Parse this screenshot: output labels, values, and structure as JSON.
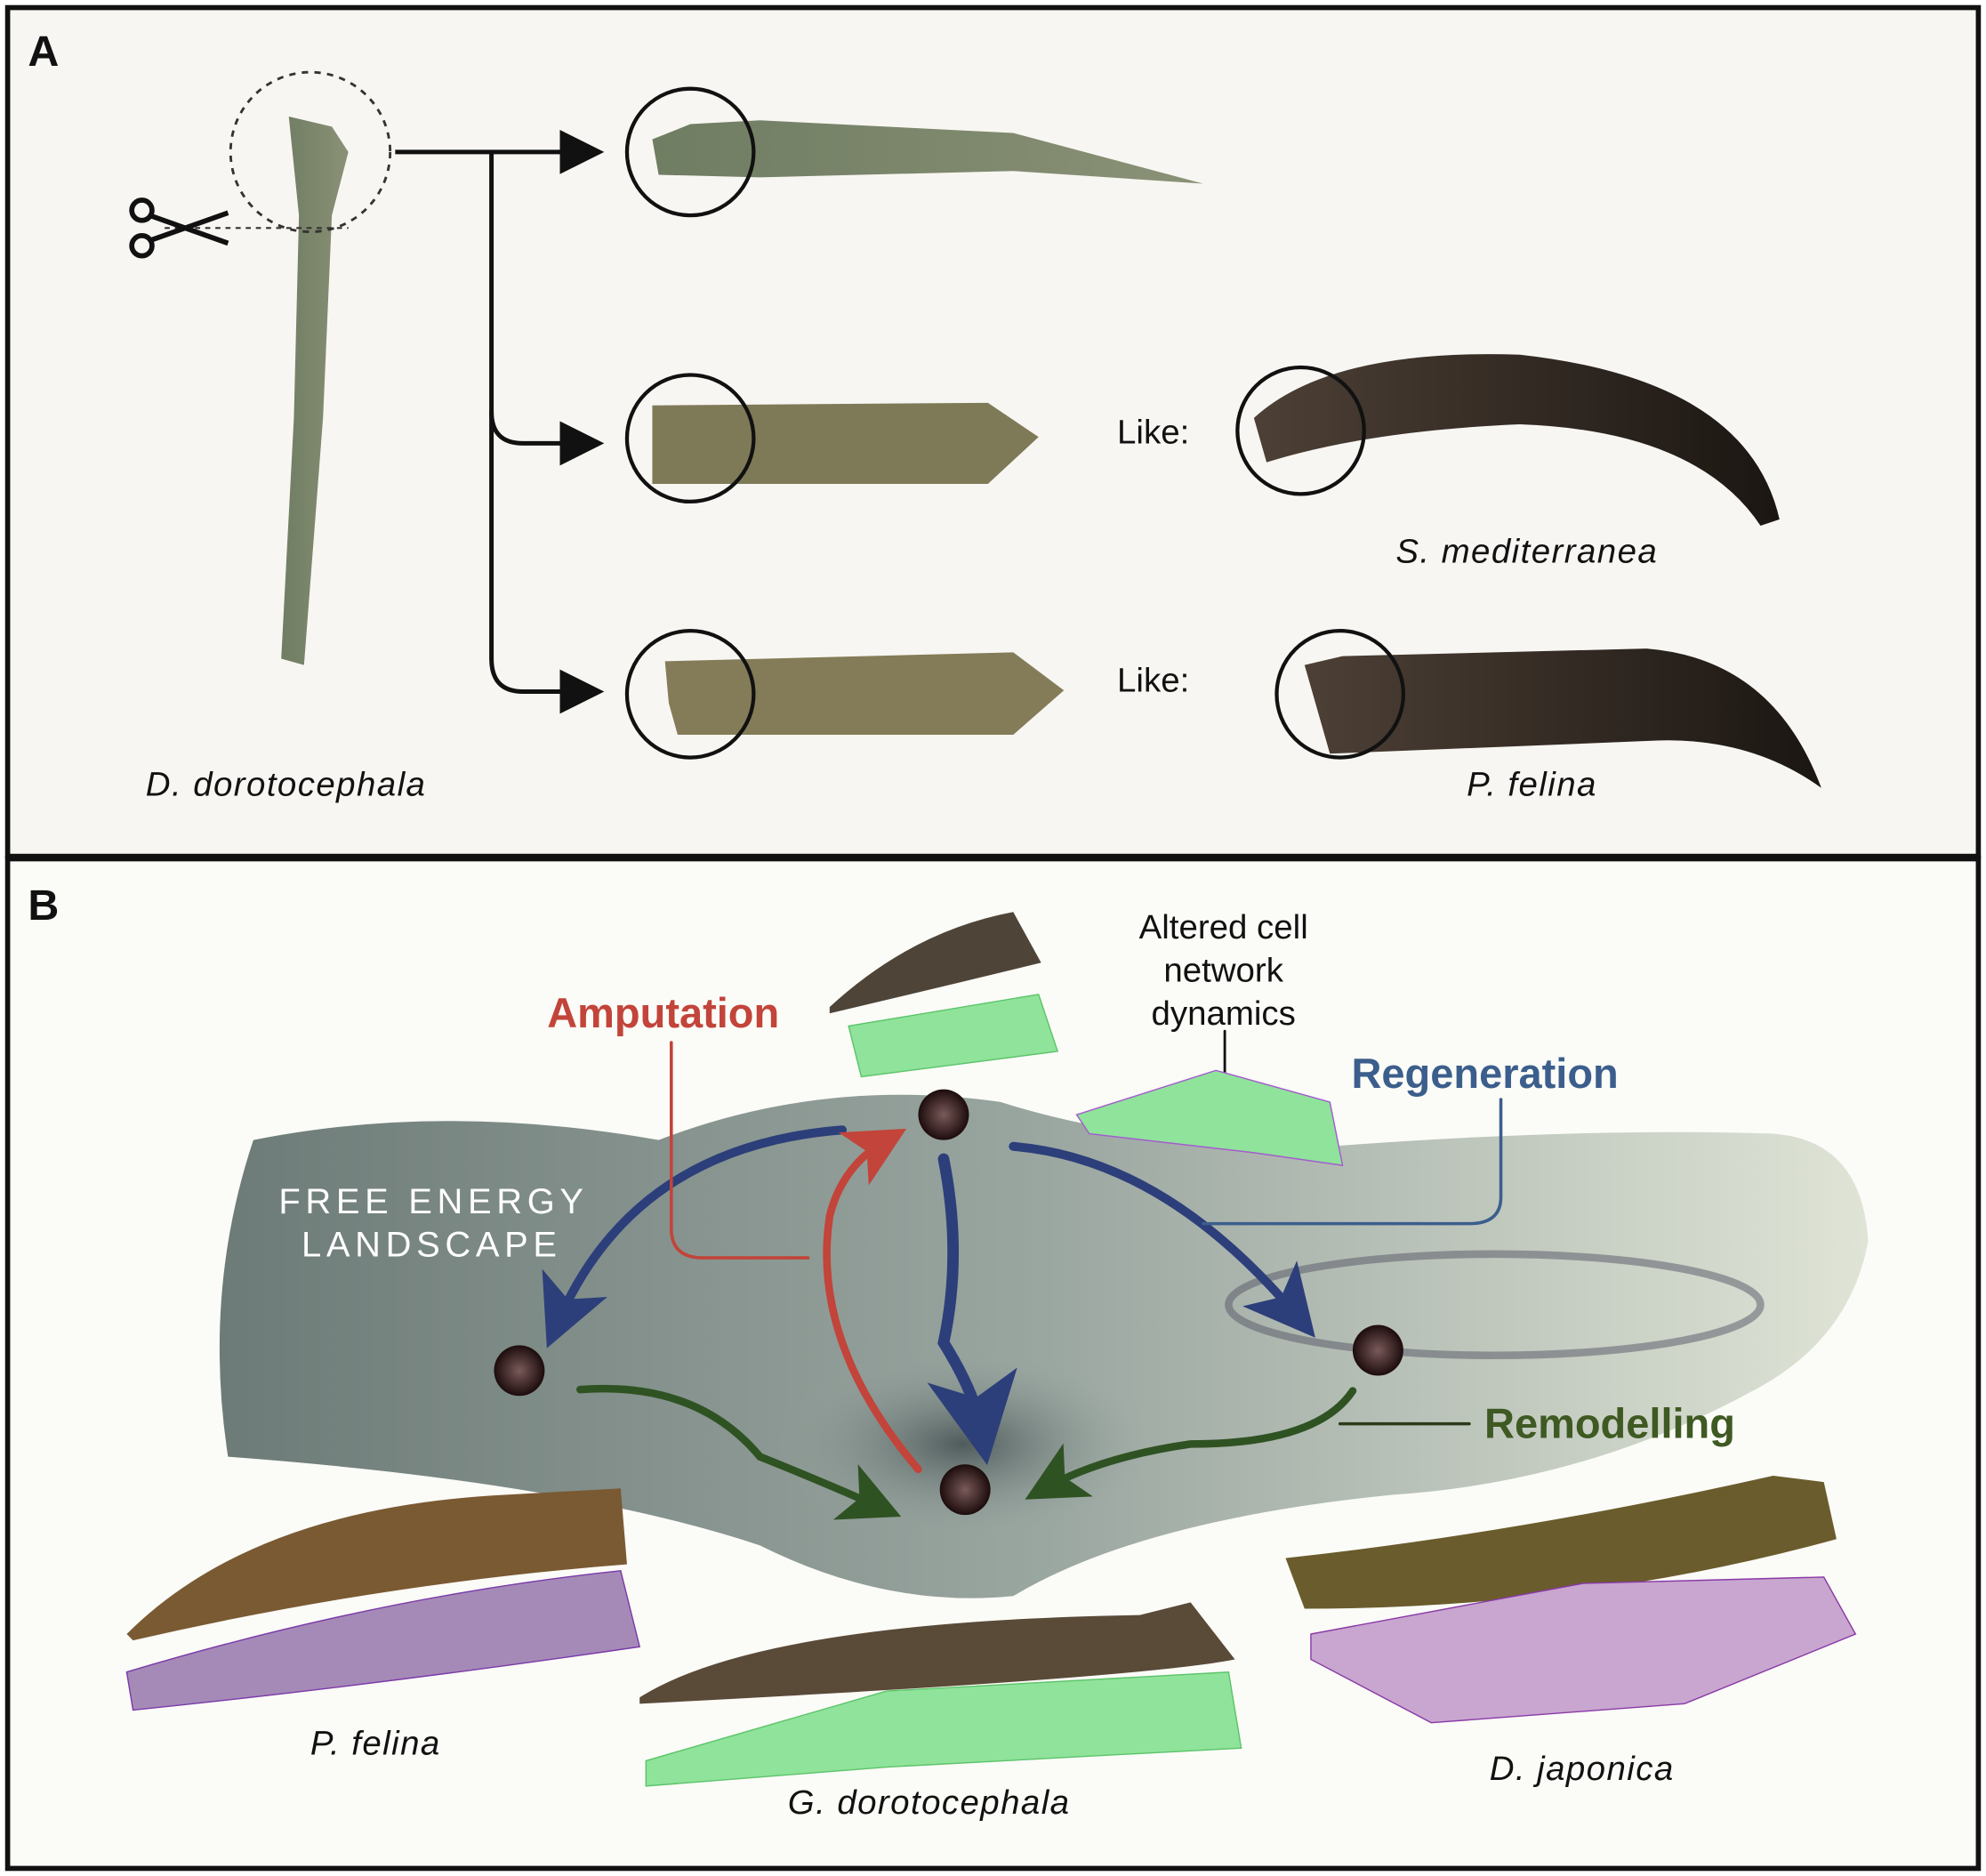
{
  "panel_a": {
    "label": "A",
    "source_species": "D. dorotocephala",
    "like_1": "Like:",
    "like_2": "Like:",
    "species_1": "S. mediterranea",
    "species_2": "P. felina",
    "icons": [
      "scissors-icon",
      "arrow-right-icon"
    ]
  },
  "panel_b": {
    "label": "B",
    "amputation": "Amputation",
    "altered": [
      "Altered cell",
      "network",
      "dynamics"
    ],
    "regeneration": "Regeneration",
    "landscape": [
      "FREE ENERGY",
      "LANDSCAPE"
    ],
    "remodelling": "Remodelling",
    "species": [
      "P. felina",
      "G. dorotocephala",
      "D. japonica"
    ]
  },
  "colors": {
    "amputation": "#c2443a",
    "regeneration": "#3b5e8c",
    "remodelling": "#3e5a22",
    "panel_a_bg": "#f8f6f2",
    "panel_b_bg": "#fbfbf7",
    "landscape": "#aab8a8"
  }
}
